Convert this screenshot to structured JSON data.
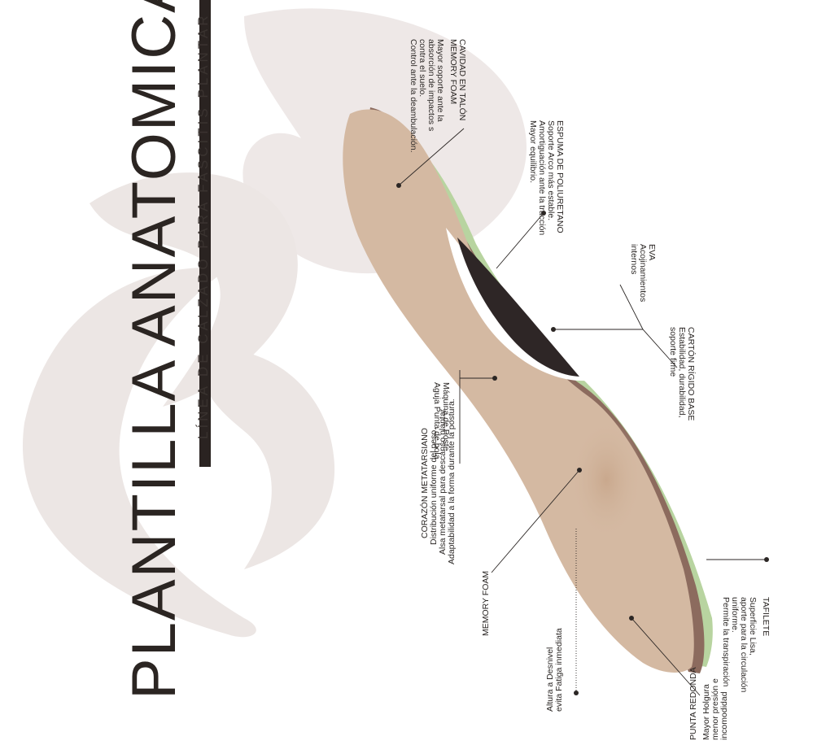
{
  "title": "PLANTILLA ANATOMICA",
  "subtitle": "LÍNEA DE CALZADO PARA FASCITIS PLANTAR",
  "colors": {
    "insole_top": "#d4b9a2",
    "insole_edge": "#8c6b5e",
    "insole_base": "#b8d4a0",
    "arch_foam": "#2e2626",
    "watermark": "#ece6e4",
    "title_bar": "#2a2321"
  },
  "labels": {
    "cavidad": {
      "lines": [
        "CAVIDAD EN TALÓN",
        "MEMORY FOAM",
        "Mayor soporte ante la",
        "absorción de impactos s",
        "contra el suelo.",
        "Control ante la deambulación."
      ]
    },
    "espuma": {
      "lines": [
        "ESPUMA DE POLIURETANO",
        "Soporte Arco más estable.",
        "Amortiguación ante la tracción",
        "Mayor equilibrio."
      ]
    },
    "eva": {
      "lines": [
        "EVA",
        "Acojinamientos",
        "internos"
      ]
    },
    "carton": {
      "lines": [
        "CARTÓN RÍGIDO BASE",
        "Estabilidad, durabilidad,",
        "soporte firme"
      ]
    },
    "maquina": {
      "lines": [
        "Máquina de Poste",
        "Aguja Punta de bola"
      ]
    },
    "corazon": {
      "lines": [
        "CORAZÓN METATARSIANO",
        "Distribución uniforme del peso.",
        "Alsa metatarsal para descanso plantar.",
        "Adaptabilidad a la forma durante la postura."
      ]
    },
    "memory": {
      "lines": [
        "MEMORY FOAM"
      ]
    },
    "altura": {
      "lines": [
        "Altura a Desnivel",
        "evita Fatiga inmediata"
      ]
    },
    "punta": {
      "lines": [
        "PUNTA REDONDA",
        "Mayor Holgura",
        "menor presión e",
        "incomodidad"
      ]
    },
    "tafilete": {
      "lines": [
        "TAFILETE",
        "Superficie Lisa,",
        "aporte para la circulación",
        "uniforme.",
        "Permite la transpiración"
      ]
    }
  }
}
